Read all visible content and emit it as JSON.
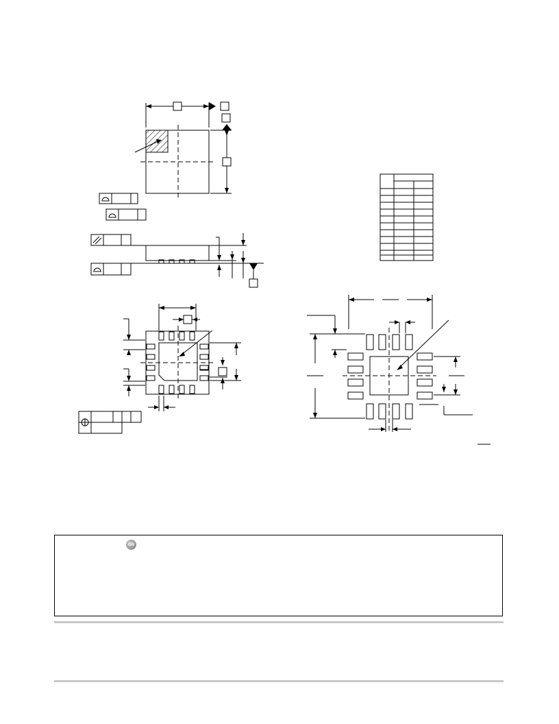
{
  "page": {
    "title": "",
    "subtitle": ""
  },
  "views": [
    {
      "id": "top-view",
      "label": ""
    },
    {
      "id": "side-view",
      "label": ""
    },
    {
      "id": "bottom-view",
      "label": ""
    },
    {
      "id": "land-pattern",
      "label": ""
    }
  ],
  "dimensions_table": {
    "headers": [],
    "rows": []
  },
  "footer": {
    "logo_text": "ON",
    "text": ""
  },
  "colors": {
    "line": "#000000",
    "rule": "#c8c8c8",
    "logo": "#8a8a8a"
  }
}
